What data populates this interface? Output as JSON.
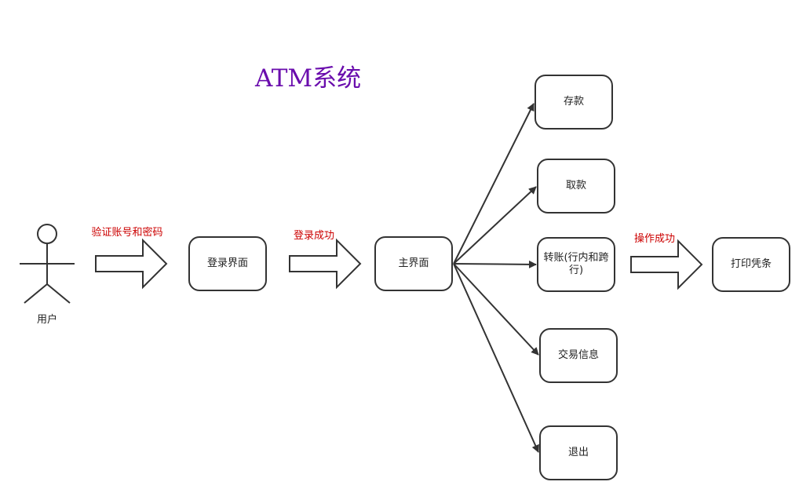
{
  "title": "ATM系统",
  "colors": {
    "title": "#6a0dad",
    "edge_label": "#cc0000",
    "stroke": "#333333",
    "text": "#222222",
    "background": "#ffffff"
  },
  "actor": {
    "label": "用户"
  },
  "flow_labels": {
    "verify": "验证账号和密码",
    "login_success": "登录成功",
    "operation_success": "操作成功"
  },
  "nodes": {
    "login": "登录界面",
    "main": "主界面",
    "deposit": "存款",
    "withdraw": "取款",
    "transfer": "转账(行内和跨行)",
    "transaction_info": "交易信息",
    "exit": "退出",
    "print_receipt": "打印凭条"
  }
}
